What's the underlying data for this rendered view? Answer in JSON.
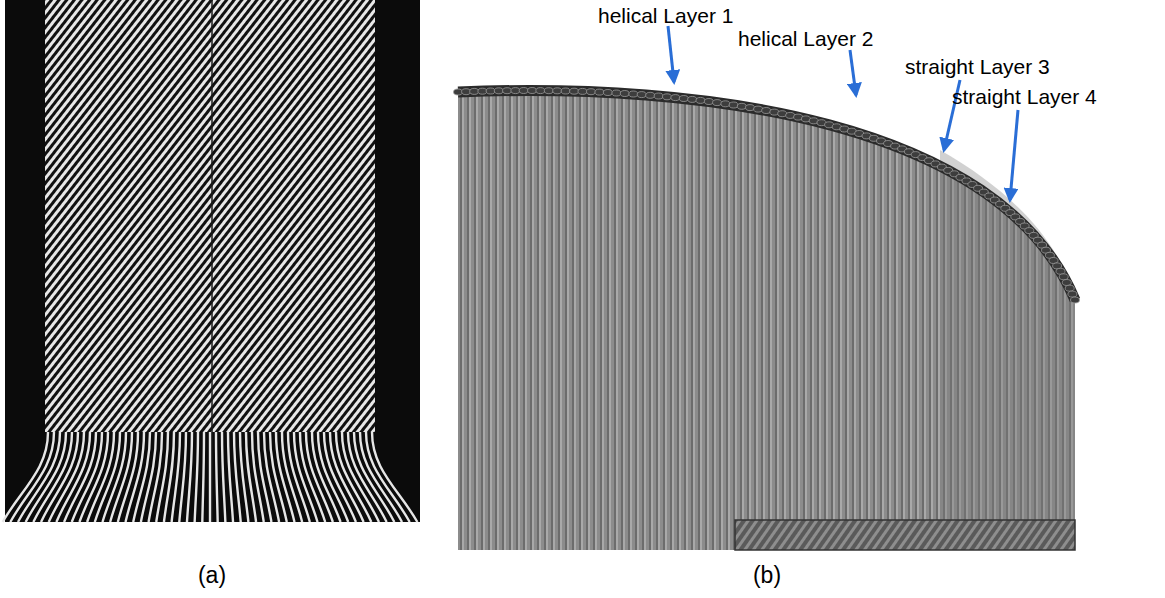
{
  "diagram": {
    "labels": [
      "helical Layer 1",
      "helical Layer 2",
      "straight Layer 3",
      "straight Layer 4",
      "(a)",
      "(b)"
    ]
  }
}
